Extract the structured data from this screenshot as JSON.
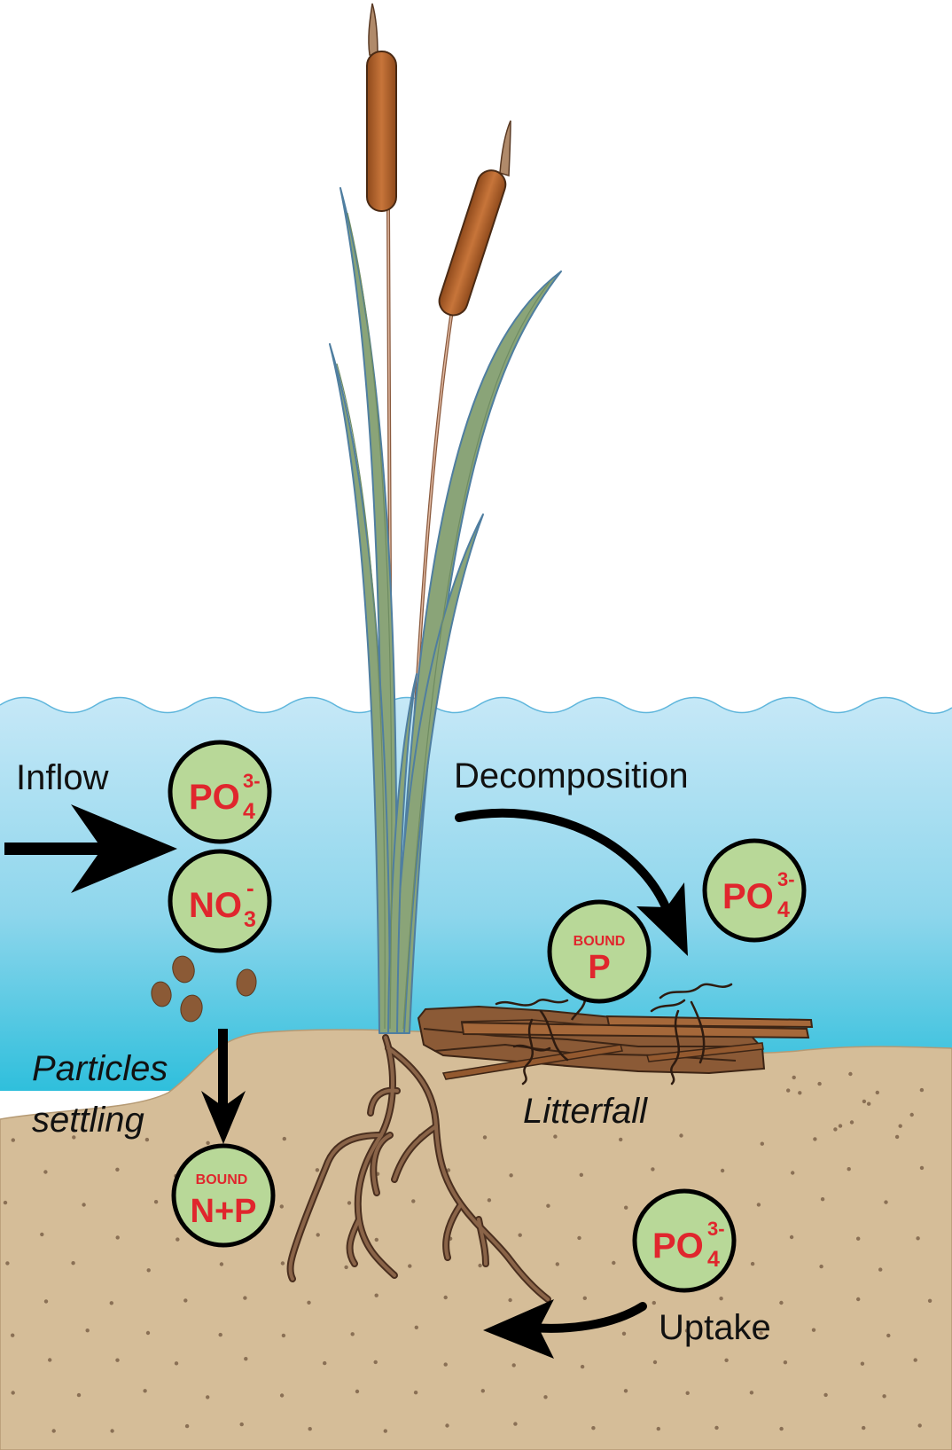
{
  "labels": {
    "inflow": "Inflow",
    "decomposition": "Decomposition",
    "particles_line1": "Particles",
    "particles_line2": "settling",
    "litterfall": "Litterfall",
    "uptake": "Uptake"
  },
  "nutrients": {
    "phosphate": {
      "base": "PO",
      "sub": "4",
      "sup": "3-"
    },
    "nitrate": {
      "base": "NO",
      "sub": "3",
      "sup": "-"
    },
    "bound_p": {
      "small": "BOUND",
      "big": "P"
    },
    "bound_np": {
      "small": "BOUND",
      "big": "N+P"
    }
  },
  "colors": {
    "sky": "#ffffff",
    "water_top": "#c6e8f7",
    "water_bottom": "#2fbfdc",
    "sediment": "#d5bd98",
    "circle_fill": "#b8d898",
    "chem_text": "#e0262d",
    "leaf": "#8aa478",
    "cattail": "#b5652c",
    "root": "#6b4a34"
  }
}
